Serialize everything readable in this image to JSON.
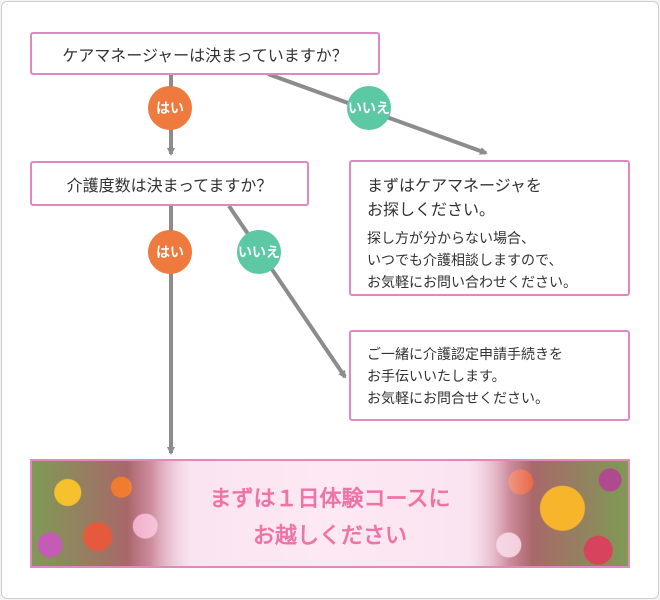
{
  "question1": "ケアマネージャーは決まっていますか？",
  "question2": "介護度数は決まってますか？",
  "yes_label": "はい",
  "no_label": "いいえ",
  "answer1": {
    "heading": "まずはケアマネージャを\nお探しください。",
    "body": "探し方が分からない場合、\nいつでも介護相談しますので、\nお気軽にお問い合わせください。"
  },
  "answer2": {
    "body": "ご一緒に介護認定申請手続きを\nお手伝いいたします。\nお気軽にお問合せください。"
  },
  "banner": {
    "text": "まずは１日体験コースに\nお越しください"
  },
  "colors": {
    "border": "#e089c0",
    "yes": "#ef7a3d",
    "no": "#5cc9a4",
    "arrow": "#8c8c8c",
    "banner_text": "#ee74a6"
  }
}
